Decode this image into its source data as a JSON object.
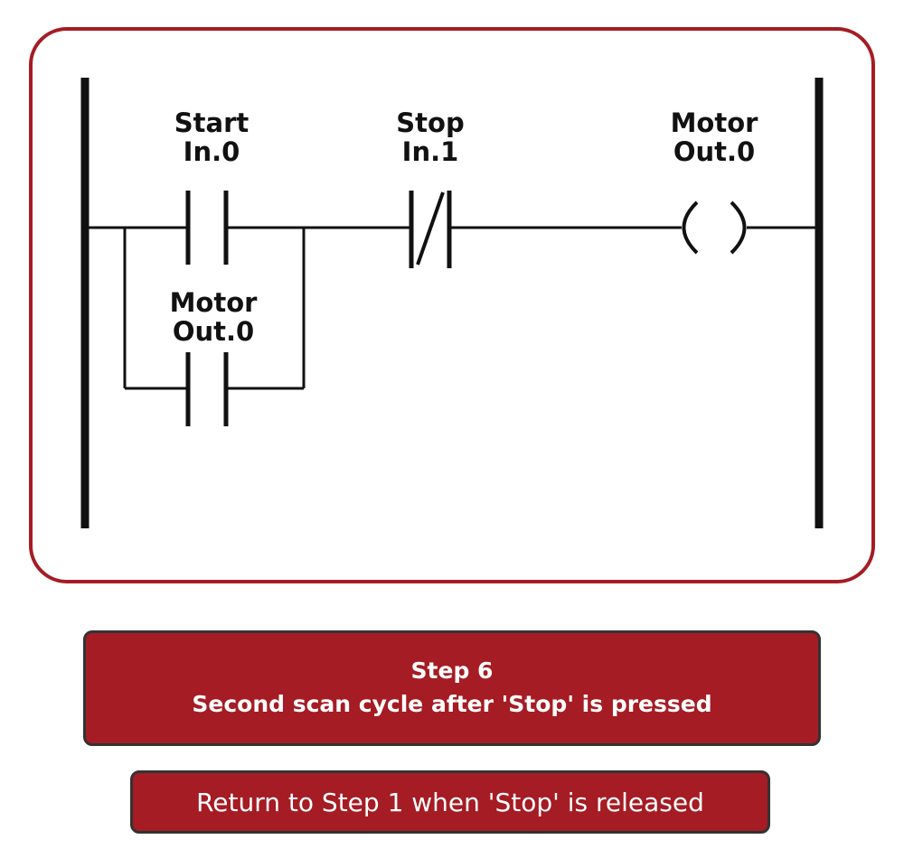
{
  "diagram": {
    "contacts": {
      "start": {
        "name": "Start",
        "address": "In.0",
        "type": "normally-open"
      },
      "stop": {
        "name": "Stop",
        "address": "In.1",
        "type": "normally-closed"
      },
      "seal_in": {
        "name": "Motor",
        "address": "Out.0",
        "type": "normally-open"
      }
    },
    "coil": {
      "name": "Motor",
      "address": "Out.0",
      "type": "output-coil"
    }
  },
  "step": {
    "title": "Step 6",
    "description": "Second scan cycle after 'Stop' is pressed"
  },
  "note": {
    "text": "Return to Step 1 when 'Stop' is released"
  },
  "colors": {
    "accent": "#a51c24",
    "line": "#111111",
    "box_border": "#333333"
  }
}
